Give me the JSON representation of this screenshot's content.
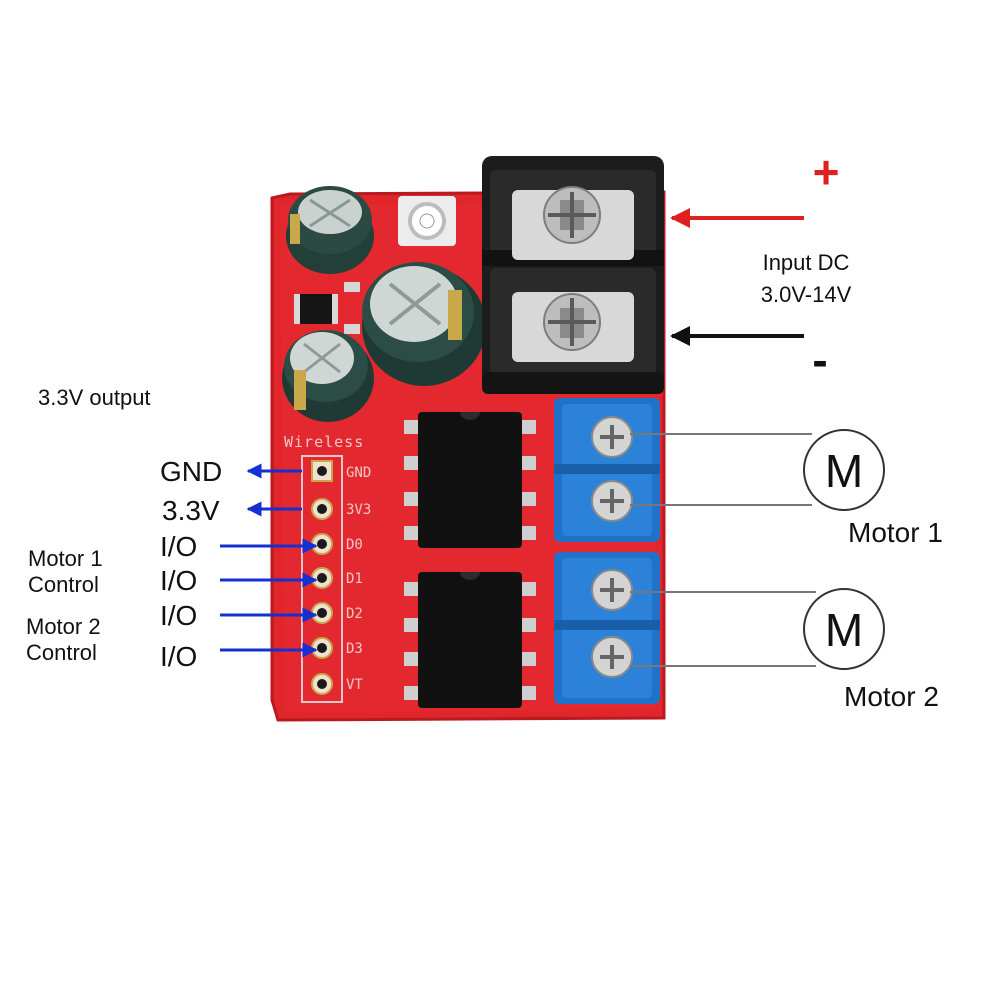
{
  "colors": {
    "pcb": "#e0262b",
    "pcb_edge": "#b81a20",
    "silk": "#f2c6c6",
    "terminal_black": "#1c1c1c",
    "terminal_blue": "#1f72c8",
    "arrow_red": "#e02020",
    "arrow_blue": "#1430d0",
    "arrow_black": "#111111",
    "capacitor": "#1f3a34"
  },
  "labels": {
    "plus": "+",
    "minus": "-",
    "input_dc_line1": "Input DC",
    "input_dc_line2": "3.0V-14V",
    "output_33": "3.3V output",
    "gnd": "GND",
    "v33": "3.3V",
    "io": "I/O",
    "motor1_control_line1": "Motor 1",
    "motor1_control_line2": "Control",
    "motor2_control_line1": "Motor 2",
    "motor2_control_line2": "Control",
    "motor_symbol": "M",
    "motor1": "Motor 1",
    "motor2": "Motor 2"
  },
  "silkscreen": {
    "header": "Wireless",
    "pins": [
      "GND",
      "3V3",
      "D0",
      "D1",
      "D2",
      "D3",
      "VT"
    ]
  }
}
